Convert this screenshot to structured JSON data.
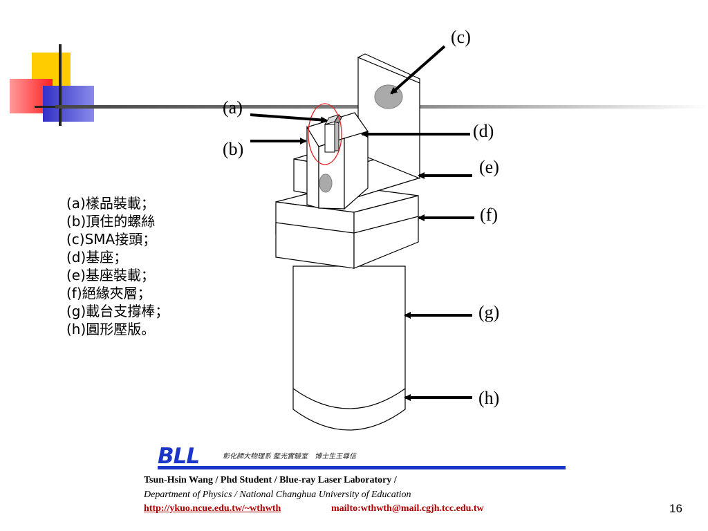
{
  "diagram": {
    "labels": {
      "a": "(a)",
      "b": "(b)",
      "c": "(c)",
      "d": "(d)",
      "e": "(e)",
      "f": "(f)",
      "g": "(g)",
      "h": "(h)"
    }
  },
  "legend": {
    "items": [
      "(a)樣品裝載；",
      "(b)頂住的螺絲",
      "(c)SMA接頭；",
      "(d)基座；",
      "(e)基座裝載；",
      "(f)絕緣夾層；",
      "(g)載台支撐棒；",
      "(h)圓形壓版。"
    ]
  },
  "footer": {
    "brand": "BLL",
    "lab_caption": "彰化師大物理系 藍光實驗室　博士生王尊信",
    "author_line": "Tsun-Hsin Wang / Phd Student / Blue-ray Laser Laboratory /",
    "dept_line": "Department of Physics / National Changhua University of Education",
    "url": "http://ykuo.ncue.edu.tw/~wthwth",
    "email": "mailto:wthwth@mail.cgjh.tcc.edu.tw"
  },
  "page_number": "16",
  "colors": {
    "brand_blue": "#1a35c8",
    "link_red": "#b00000",
    "deco_yellow": "#ffcc00",
    "deco_red": "#ff3333",
    "deco_blue": "#3333cc"
  }
}
